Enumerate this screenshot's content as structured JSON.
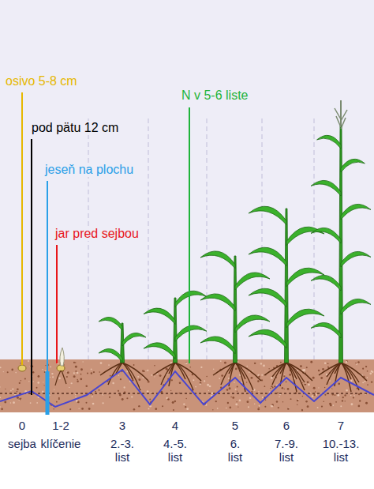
{
  "diagram": {
    "labels": [
      "osivo 5-8 cm",
      "N v 5-6 liste",
      "pod pätu 12 cm",
      "jeseň na plochu",
      "jar pred sejbou",
      "0",
      "1-2",
      "3",
      "4",
      "5",
      "6",
      "7",
      "sejba",
      "klíčenie",
      "2.-3. list",
      "4.-5. list",
      "6. list",
      "7.-9. list",
      "10.-13. list"
    ]
  }
}
